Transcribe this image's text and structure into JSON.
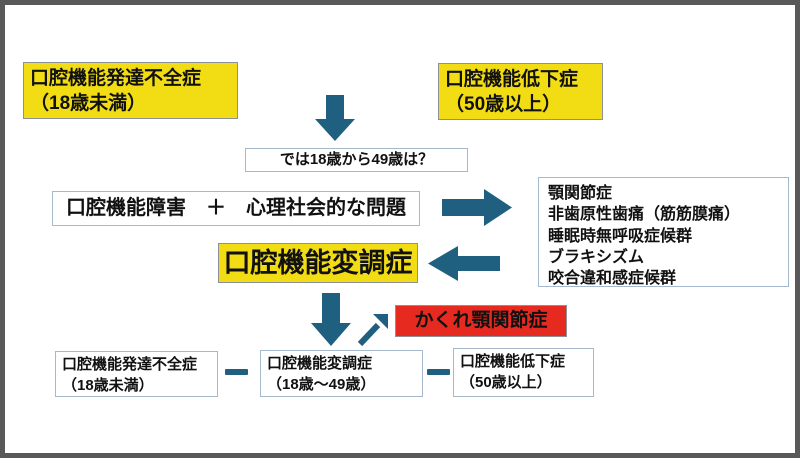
{
  "colors": {
    "frame": "#595959",
    "yellow": "#f2dc13",
    "red": "#e72a20",
    "arrow": "#1f6080",
    "border-blue": "#a6b8cc",
    "border-gray": "#8b9196"
  },
  "boxes": {
    "dev_top": {
      "line1": "口腔機能発達不全症",
      "line2": "（18歳未満）"
    },
    "decline_top": {
      "line1": "口腔機能低下症",
      "line2": "（50歳以上）"
    },
    "question": {
      "text": "では18歳から49歳は？"
    },
    "formula": {
      "text": "口腔機能障害　＋　心理社会的な問題"
    },
    "conditions": {
      "items": [
        "顎関節症",
        "非歯原性歯痛（筋筋膜痛）",
        "睡眠時無呼吸症候群",
        "ブラキシズム",
        "咬合違和感症候群"
      ]
    },
    "dysregulation": {
      "text": "口腔機能変調症"
    },
    "hidden_tmd": {
      "text": "かくれ顎関節症"
    },
    "dev_bottom": {
      "line1": "口腔機能発達不全症",
      "line2": "（18歳未満）"
    },
    "dys_bottom": {
      "line1": "口腔機能変調症",
      "line2": "（18歳～49歳）"
    },
    "decline_bottom": {
      "line1": "口腔機能低下症",
      "line2": "（50歳以上）"
    }
  }
}
